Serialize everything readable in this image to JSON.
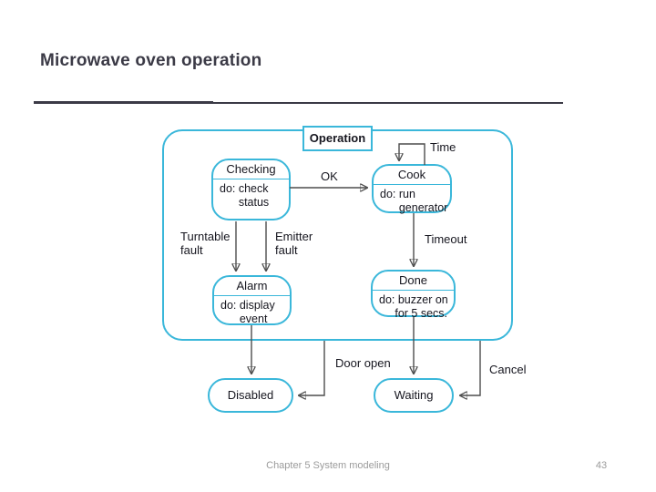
{
  "slide": {
    "title": "Microwave oven operation",
    "footer_text": "Chapter 5 System modeling",
    "page_number": "43"
  },
  "colors": {
    "accent": "#3ab7da",
    "line": "#4d4d4d",
    "title_text": "#3b3a46",
    "diagram_text": "#16161f",
    "footer_text": "#9b9b9b"
  },
  "diagram": {
    "composite_state_label": "Operation",
    "states": {
      "checking": {
        "name": "Checking",
        "action": "do: check\n      status"
      },
      "cook": {
        "name": "Cook",
        "action": "do: run\n      generator"
      },
      "alarm": {
        "name": "Alarm",
        "action": "do: display\n      event"
      },
      "done": {
        "name": "Done",
        "action": "do: buzzer on\n     for 5 secs."
      },
      "disabled": {
        "name": "Disabled"
      },
      "waiting": {
        "name": "Waiting"
      }
    },
    "transitions": {
      "ok": "OK",
      "time": "Time",
      "turntable_fault": "Turntable\nfault",
      "emitter_fault": "Emitter\nfault",
      "timeout": "Timeout",
      "door_open": "Door open",
      "cancel": "Cancel"
    }
  }
}
